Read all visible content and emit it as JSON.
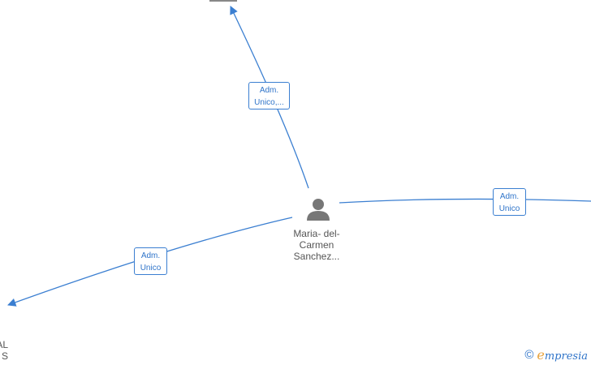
{
  "colors": {
    "edge": "#3b7fd1",
    "edge_label_text": "#2f74c9",
    "node_icon": "#777777",
    "node_text": "#555555",
    "brand_accent": "#e8a33d"
  },
  "center_node": {
    "icon": "person-icon",
    "label_lines": [
      "Maria- del-",
      "Carmen",
      "Sanchez..."
    ]
  },
  "edges": [
    {
      "label_lines": [
        "Adm.",
        "Unico,..."
      ]
    },
    {
      "label_lines": [
        "Adm.",
        "Unico"
      ]
    },
    {
      "label_lines": [
        "Adm.",
        "Unico"
      ]
    }
  ],
  "partial_node": {
    "label_lines": [
      "AL",
      "S"
    ]
  },
  "watermark": {
    "symbol": "©",
    "brand_first": "e",
    "brand_rest": "mpresia"
  }
}
